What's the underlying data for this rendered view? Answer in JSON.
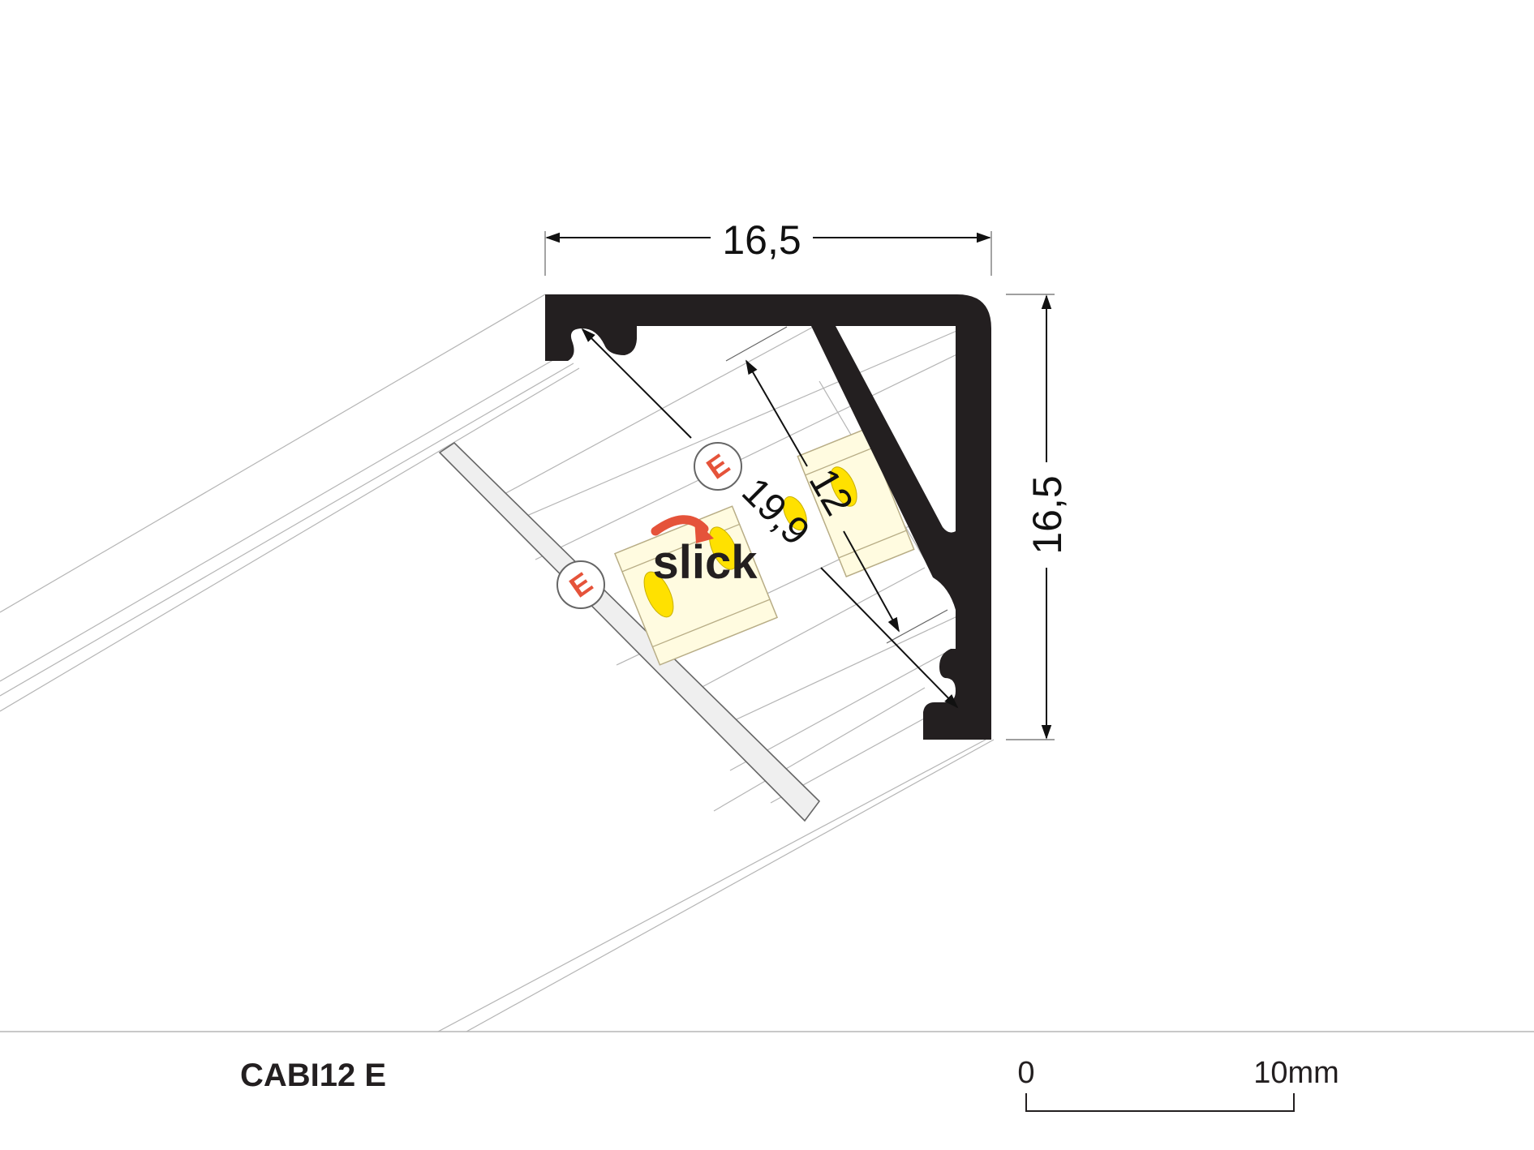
{
  "diagram": {
    "dimensions": {
      "top_width": "16,5",
      "right_height": "16,5",
      "strip_width": "12",
      "diagonal_width": "19,9"
    },
    "badges": {
      "e_letter": "E"
    },
    "logo_text": "slick",
    "product_code": "CABI12 E",
    "scale": {
      "start_label": "0",
      "end_label": "10mm"
    },
    "colors": {
      "profile": "#231f20",
      "accent_red": "#e5533a",
      "led_yellow": "#ffe100",
      "strip_cream": "#fffbe0",
      "cover": "#eeeeee",
      "line": "#aaaaaa"
    }
  }
}
